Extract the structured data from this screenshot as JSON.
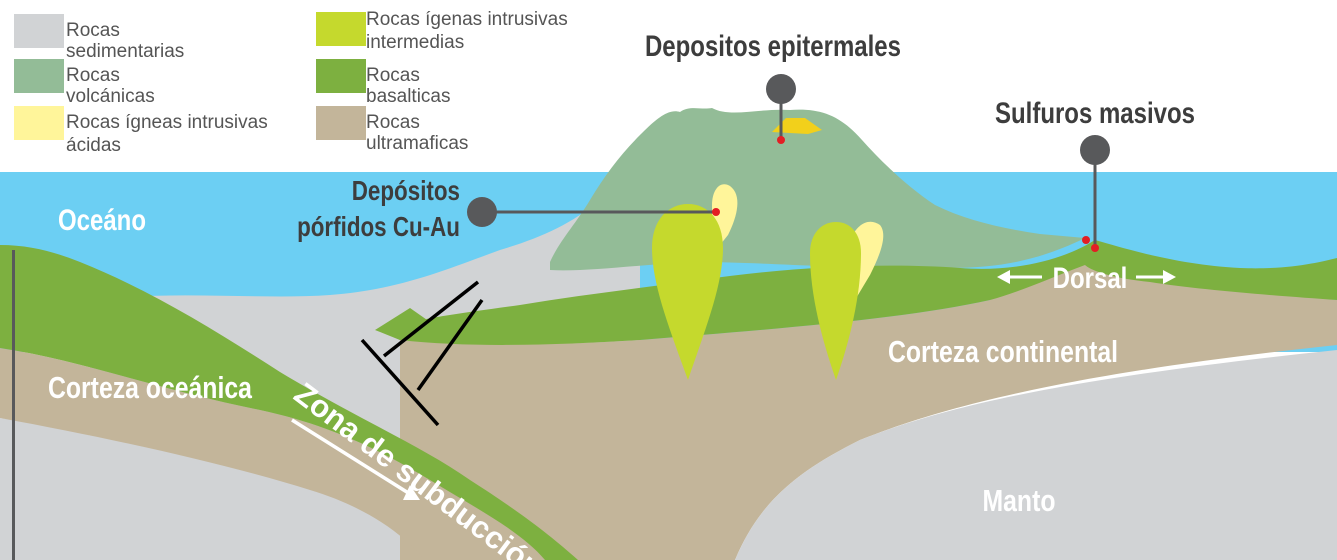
{
  "legend": {
    "items": [
      {
        "label": "Rocas sedimentarias",
        "color": "#d1d3d5"
      },
      {
        "label": "Rocas volcánicas",
        "color": "#93bc97"
      },
      {
        "label": "Rocas ígneas intrusivas ácidas",
        "label_line1": "Rocas ígneas intrusivas",
        "label_line2": "ácidas",
        "color": "#fff59a"
      },
      {
        "label": "Rocas ígenas intrusivas intermedias",
        "label_line1": "Rocas ígenas intrusivas",
        "label_line2": "intermedias",
        "color": "#c5d92d"
      },
      {
        "label": "Rocas basalticas",
        "color": "#7db040"
      },
      {
        "label": "Rocas ultramaficas",
        "color": "#c3b59a"
      }
    ]
  },
  "labels": {
    "epithermal": "Depositos epitermales",
    "massive_sulfides": "Sulfuros masivos",
    "porphyry_line1": "Depósitos",
    "porphyry_line2": "pórfidos Cu-Au",
    "ocean": "Oceáno",
    "oceanic_crust": "Corteza oceánica",
    "subduction_zone": "Zona de subducción",
    "continental_crust": "Corteza continental",
    "ridge": "Dorsal",
    "mantle": "Manto"
  },
  "colors": {
    "ocean": "#6ccff3",
    "sedimentary": "#d1d3d5",
    "volcanic": "#93bc97",
    "acid_intrusive": "#fff59a",
    "intermediate_intrusive": "#c5d92d",
    "basaltic": "#7db040",
    "ultramafic": "#c3b59a",
    "mantle": "#d1d3d5",
    "marker": "#58595b",
    "deposit_dot": "#e31e24",
    "deposit_vein": "#f2d01b",
    "title_text": "#3d3d3d"
  },
  "icons": [
    "marker-pin",
    "arrow-left",
    "arrow-right",
    "subduction-arrow"
  ]
}
